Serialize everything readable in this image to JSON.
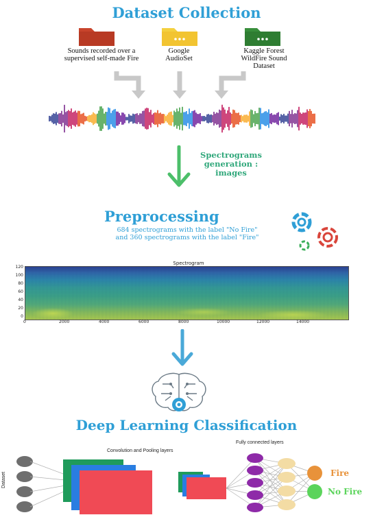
{
  "titles": {
    "collection": "Dataset Collection",
    "preprocessing": "Preprocessing",
    "classification": "Deep Learning Classification"
  },
  "sources": [
    {
      "label": "Sounds recorded over a supervised self-made Fire",
      "color": "#c8442c"
    },
    {
      "label": "Google AudioSet",
      "color": "#f2c431"
    },
    {
      "label": "Kaggle Forest WildFire Sound Dataset",
      "color": "#2e7d32"
    }
  ],
  "spectrogram_step": "Spectrograms generation : images",
  "preprocessing_note": {
    "line1": "684 spectrograms with the label \"No Fire\"",
    "line2": "and 360 spectrograms with the label \"Fire\""
  },
  "spectrogram_plot": {
    "title": "Spectrogram",
    "y_ticks": [
      "120",
      "100",
      "80",
      "60",
      "40",
      "20",
      "0"
    ],
    "x_ticks": [
      "0",
      "2000",
      "4000",
      "6000",
      "8000",
      "10000",
      "12000",
      "14000"
    ]
  },
  "network": {
    "input_axis_label": "Dataset",
    "conv_label": "Convolution and Pooling layers",
    "fc_label": "Fully connected layers",
    "outputs": [
      {
        "label": "Fire",
        "color": "#e8923a"
      },
      {
        "label": "No Fire",
        "color": "#5bd45b"
      }
    ]
  },
  "colors": {
    "title_blue": "#2f9fd6",
    "step_green": "#2fa77a",
    "arrow_gray": "#c8c8c8"
  }
}
